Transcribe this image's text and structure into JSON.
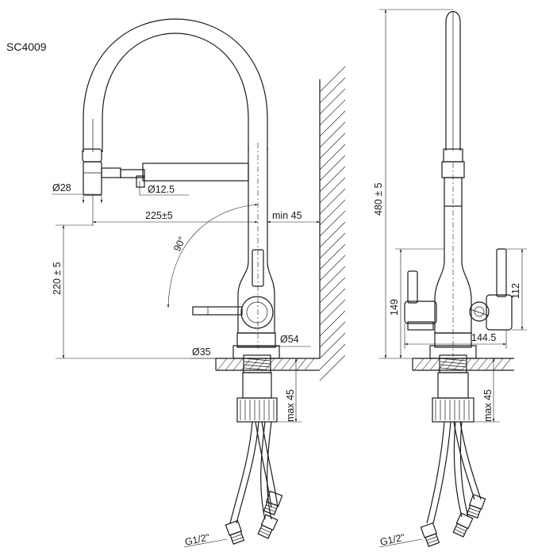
{
  "model": "SC4009",
  "front_view": {
    "spout_tip_diameter": "Ø28",
    "spray_diameter": "Ø12.5",
    "reach": "225±5",
    "wall_clearance": "min 45",
    "swivel_angle": "90°",
    "spout_height": "220 ± 5",
    "base_diameter": "Ø54",
    "mount_diameter": "Ø35",
    "max_thickness": "max 45",
    "thread": "G1/2\""
  },
  "side_view": {
    "total_height": "480 ± 5",
    "handle_height": "149",
    "filter_handle_height": "112",
    "handle_span": "144.5",
    "max_thickness": "max 45",
    "thread": "G1/2\""
  }
}
